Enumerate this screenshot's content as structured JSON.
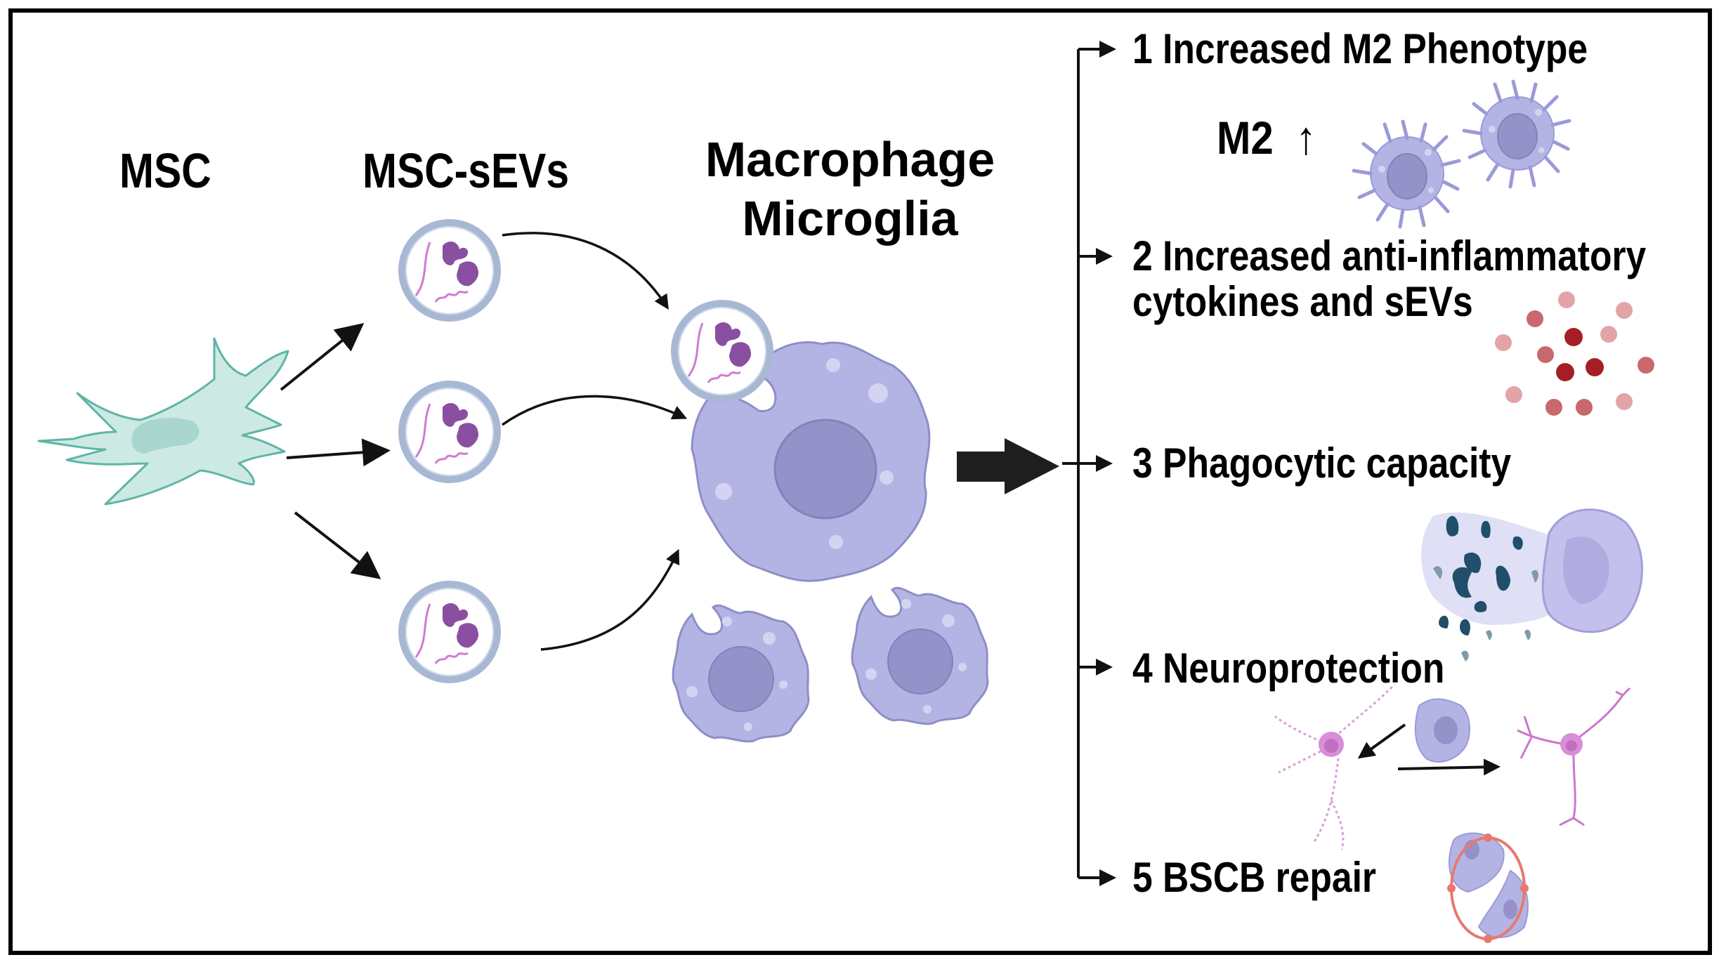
{
  "figure": {
    "stages": {
      "msc": "MSC",
      "msc_sevs": "MSC-sEVs",
      "target_line1": "Macrophage",
      "target_line2": "Microglia"
    },
    "outcomes": [
      {
        "number": "1",
        "label": "1 Increased M2 Phenotype"
      },
      {
        "number": "2",
        "label": "2 Increased anti-inflammatory",
        "label_line2": "cytokines and sEVs"
      },
      {
        "number": "3",
        "label": "3 Phagocytic capacity"
      },
      {
        "number": "4",
        "label": "4 Neuroprotection"
      },
      {
        "number": "5",
        "label": "5 BSCB repair"
      }
    ],
    "m2_indicator": {
      "text": "M2",
      "arrow": "↑"
    },
    "colors": {
      "msc_fill": "#cde9e4",
      "msc_stroke": "#5fb5a6",
      "msc_nucleus": "#a9d6cf",
      "vesicle_ring": "#a8b8d4",
      "vesicle_cargo": "#8a4fa0",
      "vesicle_rna": "#d07ad0",
      "macrophage_fill": "#b4b4e4",
      "macrophage_stroke": "#8e8ec6",
      "macrophage_nucleus": "#9492c8",
      "cytokine_dark": "#a61e25",
      "cytokine_mid": "#c9686e",
      "cytokine_light": "#e3a4a8",
      "debris": "#1f4f6a",
      "neuron": "#cc77cc",
      "vessel": "#e8786e"
    }
  }
}
